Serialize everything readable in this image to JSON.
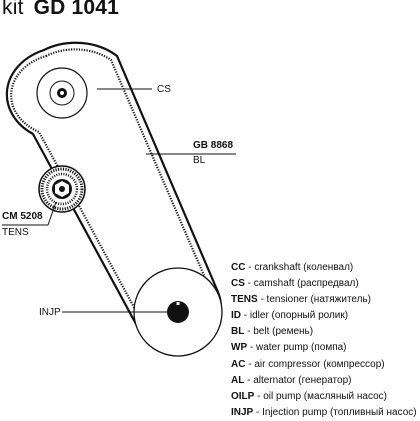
{
  "title": {
    "prefix": "kit",
    "code": "GD 1041"
  },
  "labels": {
    "cs": "CS",
    "belt_code": "GB 8868",
    "belt_type": "BL",
    "tensioner_code": "CM  5208",
    "tensioner_type": "TENS",
    "injp": "INJP"
  },
  "legend": [
    {
      "abbr": "CC",
      "text": " - crankshaft (коленвал)"
    },
    {
      "abbr": "CS",
      "text": " - camshaft (распредвал)"
    },
    {
      "abbr": "TENS",
      "text": " - tensioner (натяжитель)"
    },
    {
      "abbr": "ID",
      "text": " - idler (опорный ролик)"
    },
    {
      "abbr": "BL",
      "text": " - belt (ремень)"
    },
    {
      "abbr": "WP",
      "text": " - water pump (помпа)"
    },
    {
      "abbr": "AC",
      "text": " - air compressor (компрессор)"
    },
    {
      "abbr": "AL",
      "text": " - alternator (генератор)"
    },
    {
      "abbr": "OILP",
      "text": " - oil pump (масляный насос)"
    },
    {
      "abbr": "INJP",
      "text": " - Injection pump (топливный насос)"
    }
  ]
}
